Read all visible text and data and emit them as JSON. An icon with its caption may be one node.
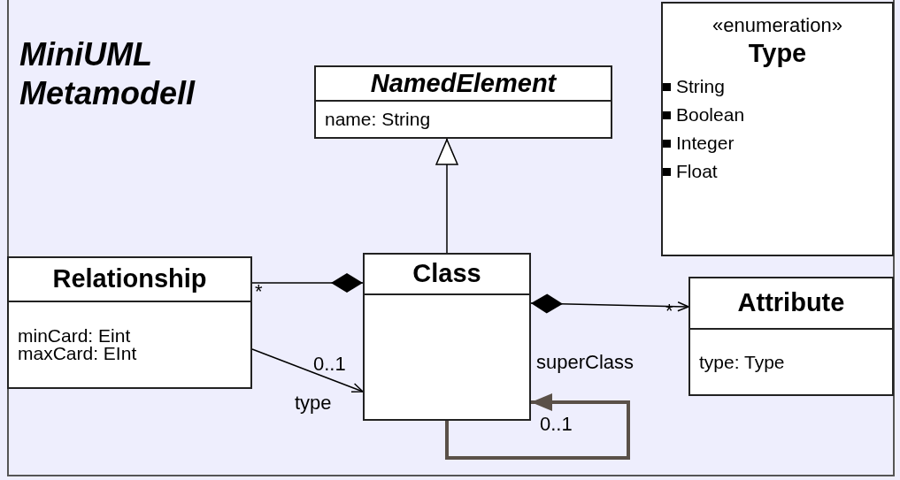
{
  "diagram": {
    "title": "MiniUML Metamodell",
    "nodes": [
      {
        "text": [
          "NamedElement",
          "name: String"
        ]
      },
      {
        "text": [
          "«enumeration»",
          "Type",
          "String",
          "Boolean",
          "Integer",
          "Float"
        ]
      },
      {
        "text": [
          "Relationship",
          "minCard: Eint",
          "maxCard: EInt"
        ]
      },
      {
        "text": [
          "Class"
        ]
      },
      {
        "text": [
          "Attribute",
          "type: Type"
        ]
      }
    ],
    "edges": [
      {
        "from": 3,
        "to": 0,
        "arrow": "to"
      },
      {
        "from": 3,
        "to": 2,
        "arrow": "other",
        "label": "*"
      },
      {
        "from": 3,
        "to": 4,
        "arrow": "to",
        "label": "*"
      },
      {
        "from": 2,
        "to": 3,
        "arrow": "to",
        "label": "type"
      },
      {
        "from": 3,
        "to": 3,
        "arrow": "to",
        "label": "superClass",
        "style": "thick",
        "color": "#5a5048"
      }
    ],
    "labels": [
      "0..1",
      "0..1"
    ]
  }
}
